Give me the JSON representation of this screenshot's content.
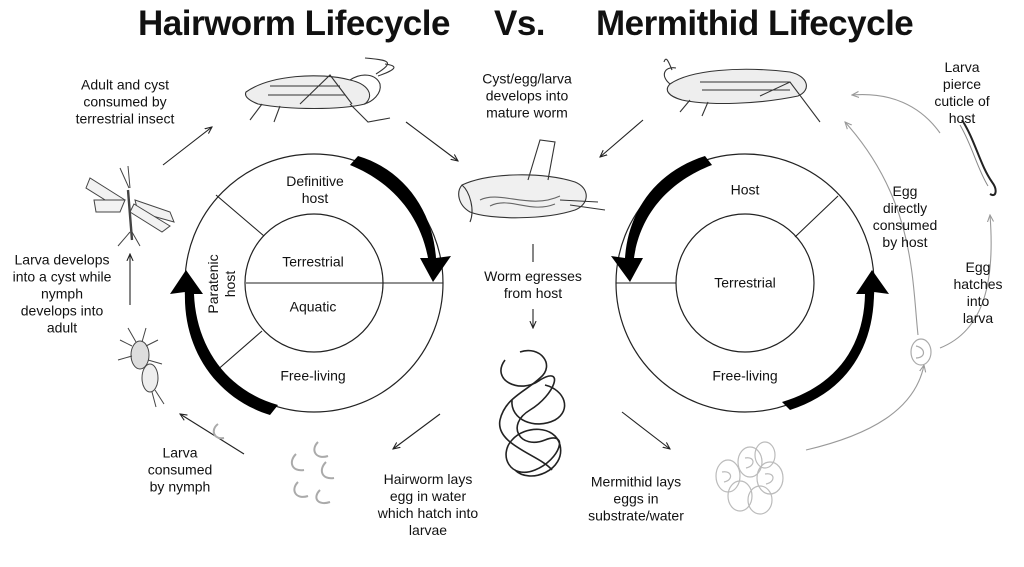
{
  "titles": {
    "hairworm": "Hairworm Lifecycle",
    "vs": "Vs.",
    "mermithid": "Mermithid Lifecycle"
  },
  "hairworm_cycle": {
    "definitive_host": "Definitive\nhost",
    "paratenic_host": "Paratenic\nhost",
    "free_living": "Free-living",
    "terrestrial": "Terrestrial",
    "aquatic": "Aquatic"
  },
  "mermithid_cycle": {
    "host": "Host",
    "terrestrial": "Terrestrial",
    "free_living": "Free-living"
  },
  "steps": {
    "adult_cyst": "Adult and cyst\nconsumed by\nterrestrial insect",
    "larva_cyst": "Larva develops\ninto a cyst while\nnymph\ndevelops into\nadult",
    "larva_consumed": "Larva\nconsumed\nby nymph",
    "hairworm_lays": "Hairworm lays\negg in water\nwhich hatch into\nlarvae",
    "worm_egresses": "Worm egresses\nfrom host",
    "cyst_develops": "Cyst/egg/larva\ndevelops into\nmature worm",
    "mermithid_lays": "Mermithid lays\neggs in\nsubstrate/water",
    "egg_consumed": "Egg\ndirectly\nconsumed\nby host",
    "egg_hatches": "Egg\nhatches\ninto larva",
    "larva_pierce": "Larva pierce\ncuticle of host"
  }
}
